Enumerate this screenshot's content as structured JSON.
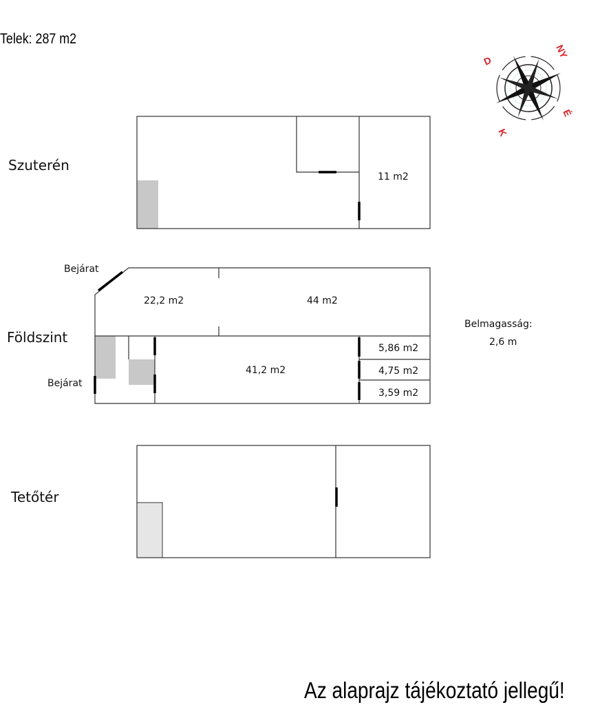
{
  "plot": "Telek: 287 m2",
  "compass": {
    "north": "NY",
    "west": "D",
    "south": "K",
    "east": "É"
  },
  "floors": {
    "basement": {
      "label": "Szuterén",
      "rooms": [
        "11 m2"
      ]
    },
    "ground": {
      "label": "Földszint",
      "entrances": [
        "Bejárat",
        "Bejárat"
      ],
      "rooms": [
        "22,2 m2",
        "44 m2",
        "41,2 m2",
        "5,86 m2",
        "4,75 m2",
        "3,59 m2"
      ]
    },
    "attic": {
      "label": "Tetőtér"
    }
  },
  "ceiling_height": {
    "label": "Belmagasság:",
    "value": "2,6 m"
  },
  "disclaimer": "Az alaprajz tájékoztató jellegű!"
}
